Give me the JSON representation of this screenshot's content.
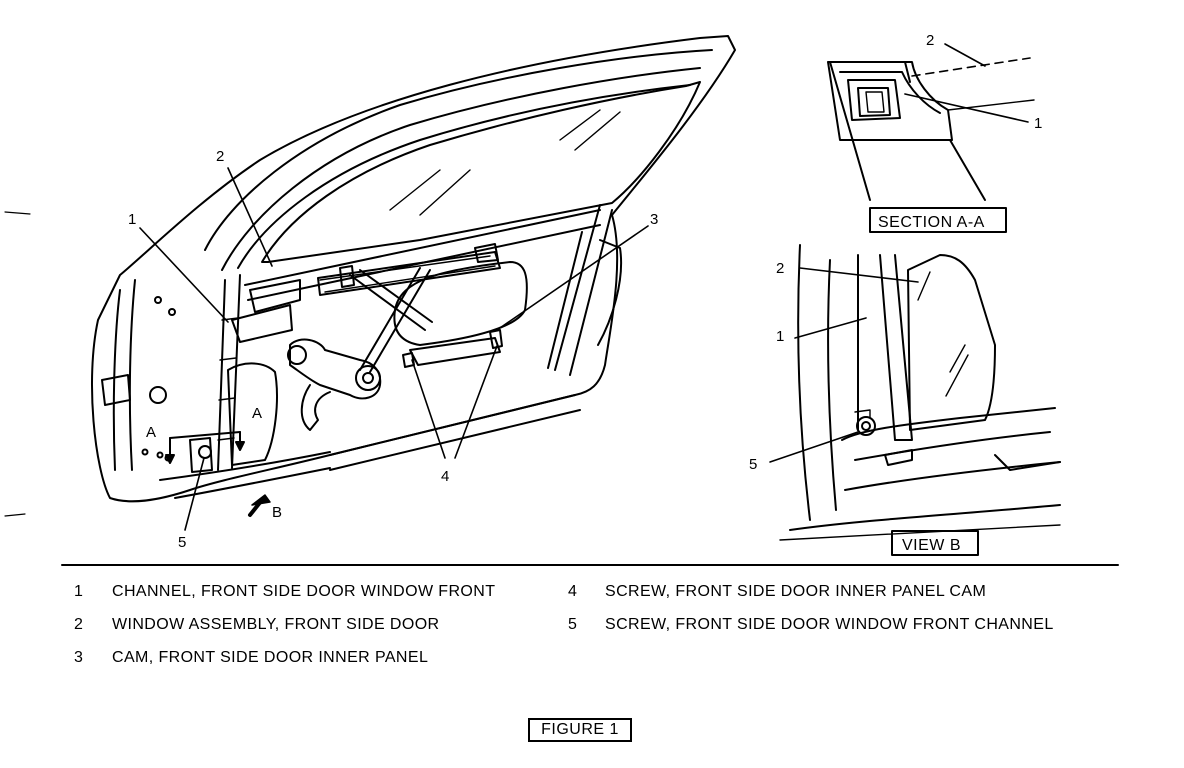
{
  "callouts": {
    "main": {
      "c1": "1",
      "c2": "2",
      "c3": "3",
      "c4": "4",
      "c5": "5",
      "A": "A",
      "A2": "A",
      "B": "B"
    },
    "section": {
      "c1": "1",
      "c2": "2",
      "title": "SECTION A-A"
    },
    "view": {
      "c1": "1",
      "c2": "2",
      "c5": "5",
      "title": "VIEW B"
    }
  },
  "legend": [
    {
      "num": "1",
      "text": "CHANNEL, FRONT SIDE DOOR WINDOW FRONT"
    },
    {
      "num": "2",
      "text": "WINDOW ASSEMBLY, FRONT SIDE DOOR"
    },
    {
      "num": "3",
      "text": "CAM, FRONT SIDE DOOR INNER PANEL"
    },
    {
      "num": "4",
      "text": "SCREW, FRONT SIDE DOOR INNER PANEL CAM"
    },
    {
      "num": "5",
      "text": "SCREW, FRONT SIDE DOOR WINDOW FRONT CHANNEL"
    }
  ],
  "figure_label": "FIGURE 1"
}
